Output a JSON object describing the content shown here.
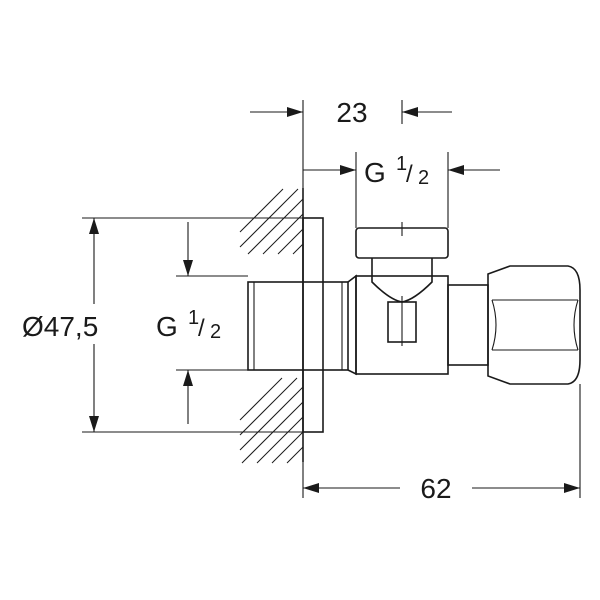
{
  "drawing": {
    "dims": {
      "top_width": "23",
      "top_thread": {
        "prefix": "G",
        "num": "1",
        "den": "2"
      },
      "diameter": "Ø47,5",
      "inlet_thread": {
        "prefix": "G",
        "num": "1",
        "den": "2"
      },
      "length": "62"
    }
  }
}
